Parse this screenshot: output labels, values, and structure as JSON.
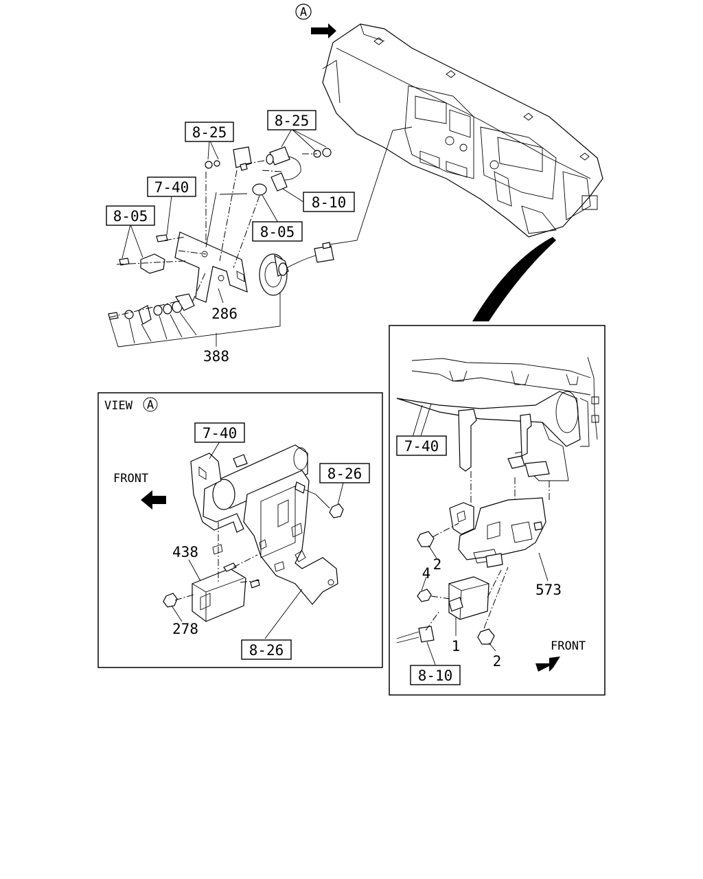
{
  "top": {
    "view_marker": "A",
    "refs": {
      "r825_left": "8-25",
      "r825_right": "8-25",
      "r740": "7-40",
      "r805_left": "8-05",
      "r810": "8-10",
      "r805_mid": "8-05"
    },
    "parts": {
      "p286": "286",
      "p388": "388"
    }
  },
  "view_a": {
    "title": "VIEW",
    "marker": "A",
    "front": "FRONT",
    "refs": {
      "r740": "7-40",
      "r826_top": "8-26",
      "r826_bottom": "8-26"
    },
    "parts": {
      "p438": "438",
      "p278": "278"
    }
  },
  "detail": {
    "front": "FRONT",
    "refs": {
      "r740": "7-40",
      "r810": "8-10"
    },
    "parts": {
      "p2_upper": "2",
      "p4": "4",
      "p1": "1",
      "p2_lower": "2",
      "p573": "573"
    }
  }
}
